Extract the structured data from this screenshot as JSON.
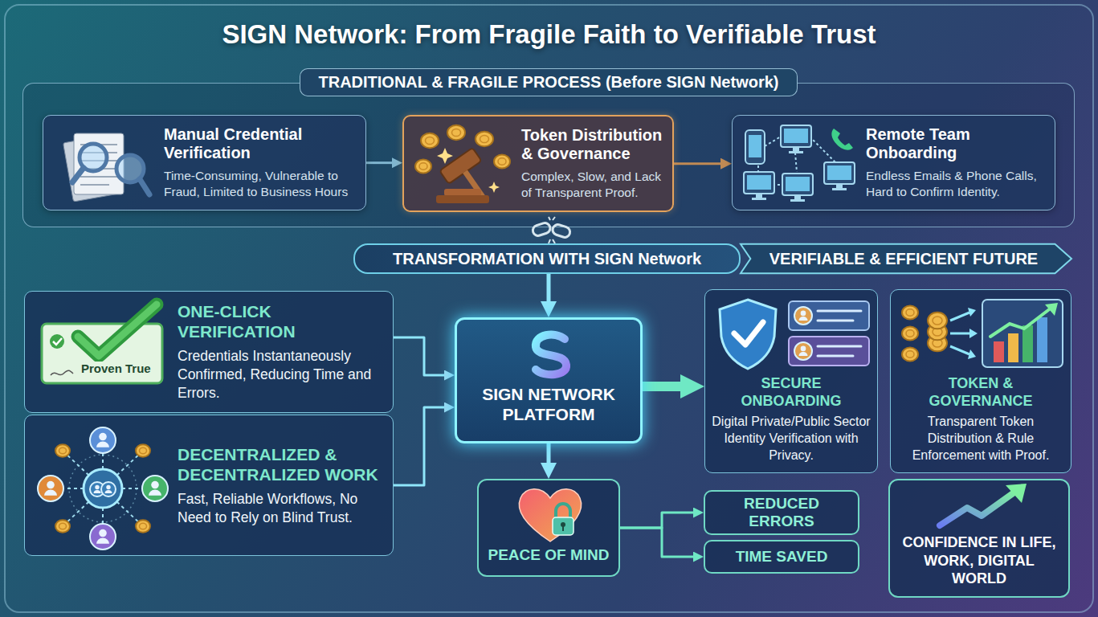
{
  "diagram": {
    "title": "SIGN Network: From Fragile Faith to Verifiable Trust",
    "nodes": [
      {
        "text": [
          "TRADITIONAL & FRAGILE PROCESS (Before SIGN Network)"
        ]
      },
      {
        "text": [
          "Manual Credential Verification",
          "Time-Consuming, Vulnerable to Fraud, Limited to Business Hours"
        ],
        "in": 0
      },
      {
        "text": [
          "Token Distribution & Governance",
          "Complex, Slow, and Lack of Transparent Proof."
        ],
        "in": 0
      },
      {
        "text": [
          "Remote Team Onboarding",
          "Endless Emails & Phone Calls, Hard to Confirm Identity."
        ],
        "in": 0
      },
      {
        "text": [
          "TRANSFORMATION WITH SIGN Network"
        ]
      },
      {
        "text": [
          "VERIFIABLE & EFFICIENT FUTURE"
        ]
      },
      {
        "text": [
          "ONE-CLICK VERIFICATION",
          "Credentials Instantaneously Confirmed, Reducing Time and Errors."
        ]
      },
      {
        "text": [
          "DECENTRALIZED & DECENTRALIZED WORK",
          "Fast, Reliable Workflows, No Need to Rely on Blind Trust."
        ]
      },
      {
        "text": [
          "SIGN NETWORK PLATFORM"
        ]
      },
      {
        "text": [
          "SECURE ONBOARDING",
          "Digital Private/Public Sector Identity Verification with Privacy."
        ]
      },
      {
        "text": [
          "TOKEN & GOVERNANCE",
          "Transparent Token Distribution & Rule Enforcement with Proof."
        ]
      },
      {
        "text": [
          "PEACE OF MIND"
        ]
      },
      {
        "text": [
          "REDUCED ERRORS"
        ]
      },
      {
        "text": [
          "TIME SAVED"
        ]
      },
      {
        "text": [
          "CONFIDENCE IN LIFE, WORK, DIGITAL WORLD"
        ]
      }
    ],
    "edges": [
      {
        "from": 1,
        "to": 2,
        "arrow": "to"
      },
      {
        "from": 2,
        "to": 3,
        "arrow": "to"
      },
      {
        "from": 4,
        "to": 8,
        "arrow": "to"
      },
      {
        "from": 6,
        "to": 8,
        "arrow": "to"
      },
      {
        "from": 7,
        "to": 8,
        "arrow": "to"
      },
      {
        "from": 8,
        "to": 9,
        "arrow": "to"
      },
      {
        "from": 8,
        "to": 11,
        "arrow": "to"
      },
      {
        "from": 11,
        "to": 12,
        "arrow": "to"
      },
      {
        "from": 11,
        "to": 13,
        "arrow": "to"
      }
    ],
    "labels": [
      "Proven True"
    ]
  }
}
